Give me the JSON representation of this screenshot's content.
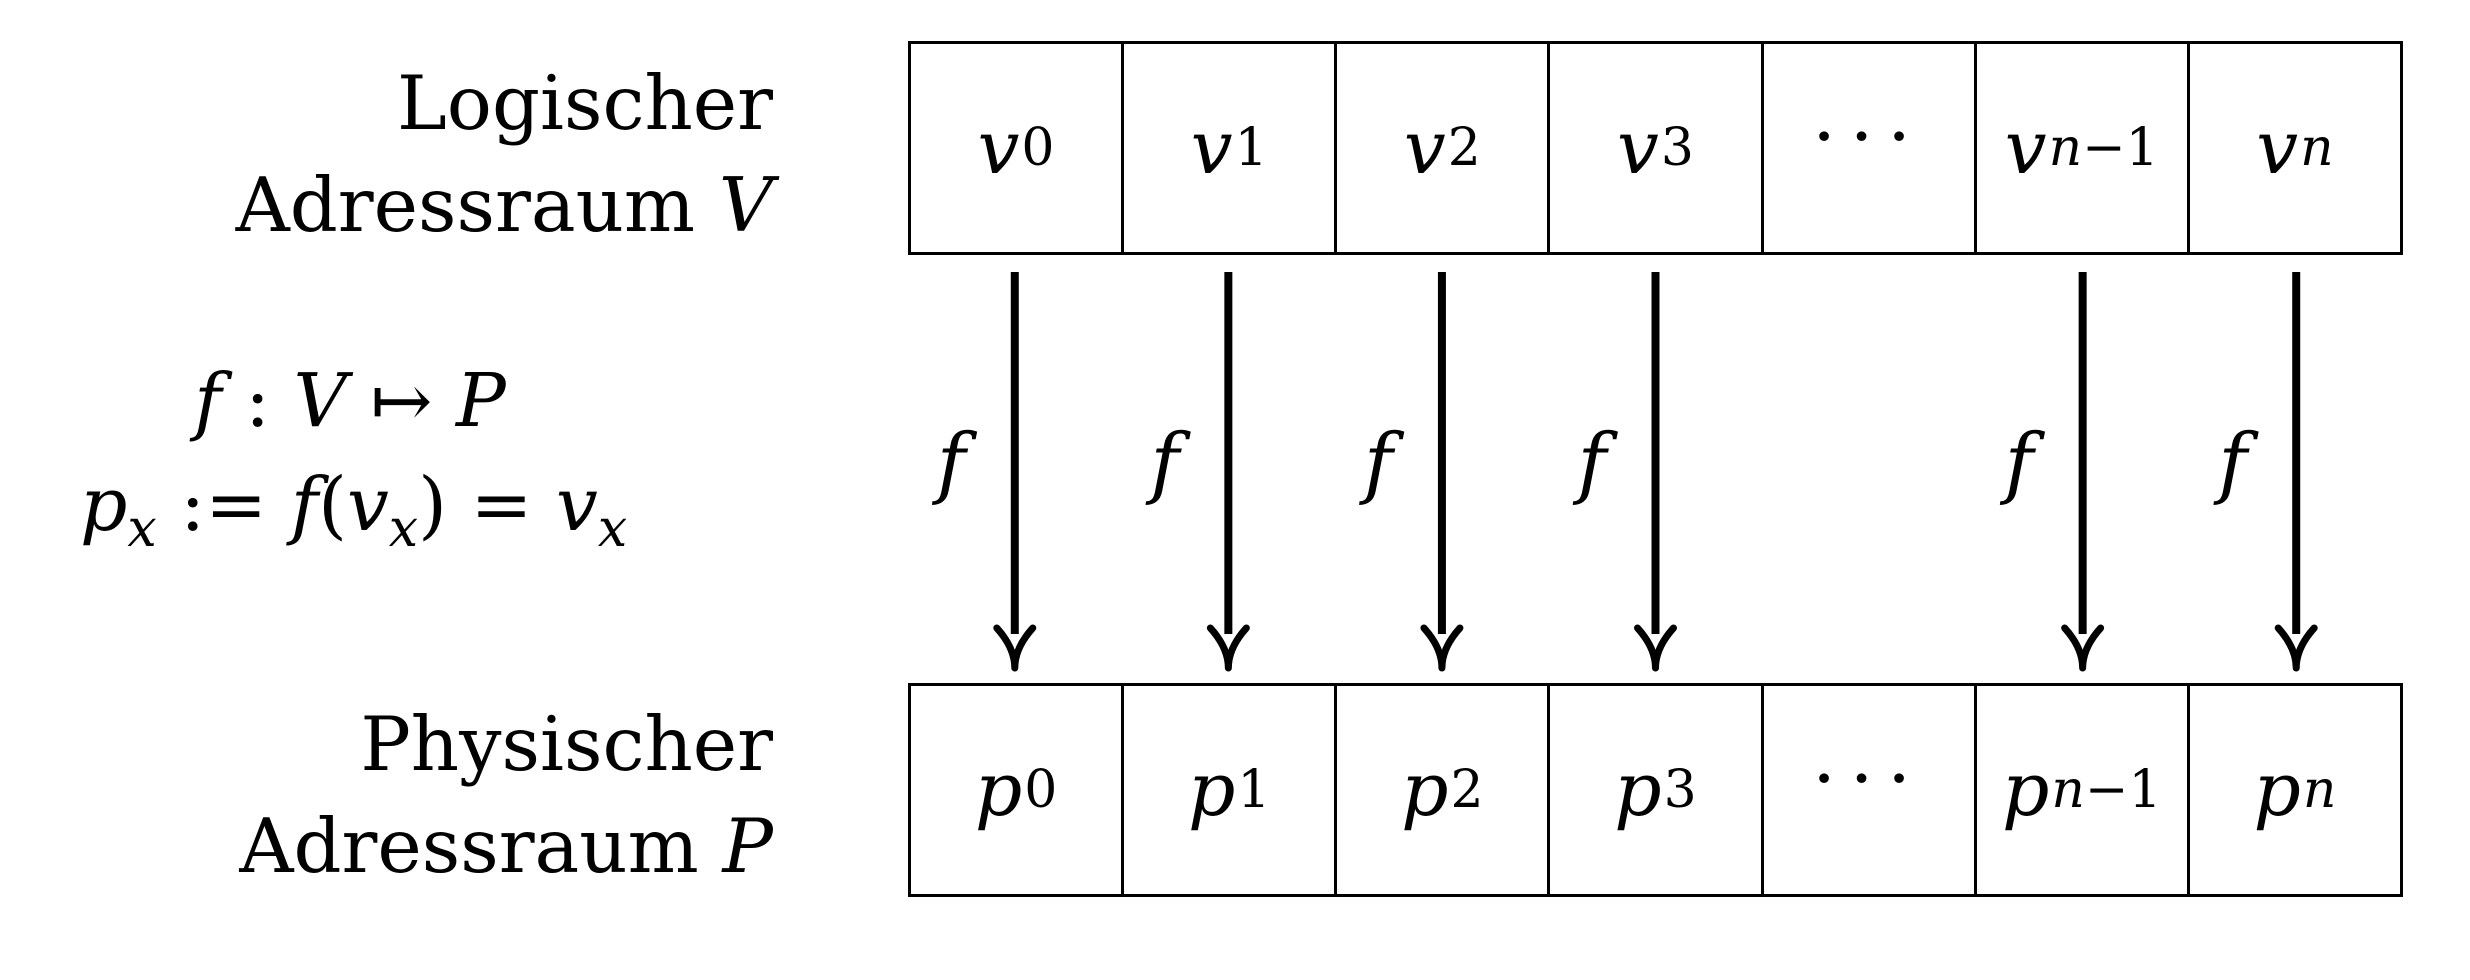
{
  "logical_label": {
    "line1": "Logischer",
    "line2_prefix": "Adressraum",
    "symbol": "V"
  },
  "physical_label": {
    "line1": "Physischer",
    "line2_prefix": "Adressraum",
    "symbol": "P"
  },
  "formula": {
    "line1": {
      "f": "f",
      "colon": " : ",
      "domain": "V",
      "mapsto": " ↦ ",
      "codomain": "P"
    },
    "line2": {
      "lhs_base": "p",
      "lhs_sub": "x",
      "assign": " := ",
      "f": "f",
      "open": "(",
      "arg_base": "v",
      "arg_sub": "x",
      "close": ")",
      "eq": " = ",
      "rhs_base": "v",
      "rhs_sub": "x"
    }
  },
  "logical_cells": [
    {
      "base": "v",
      "sub": "0"
    },
    {
      "base": "v",
      "sub": "1"
    },
    {
      "base": "v",
      "sub": "2"
    },
    {
      "base": "v",
      "sub": "3"
    },
    {
      "ellipsis": "···"
    },
    {
      "base": "v",
      "sub_var": "n",
      "sub": "−1"
    },
    {
      "base": "v",
      "sub_var": "n",
      "sub": ""
    }
  ],
  "physical_cells": [
    {
      "base": "p",
      "sub": "0"
    },
    {
      "base": "p",
      "sub": "1"
    },
    {
      "base": "p",
      "sub": "2"
    },
    {
      "base": "p",
      "sub": "3"
    },
    {
      "ellipsis": "···"
    },
    {
      "base": "p",
      "sub_var": "n",
      "sub": "−1"
    },
    {
      "base": "p",
      "sub_var": "n",
      "sub": ""
    }
  ],
  "arrow_label": "f"
}
